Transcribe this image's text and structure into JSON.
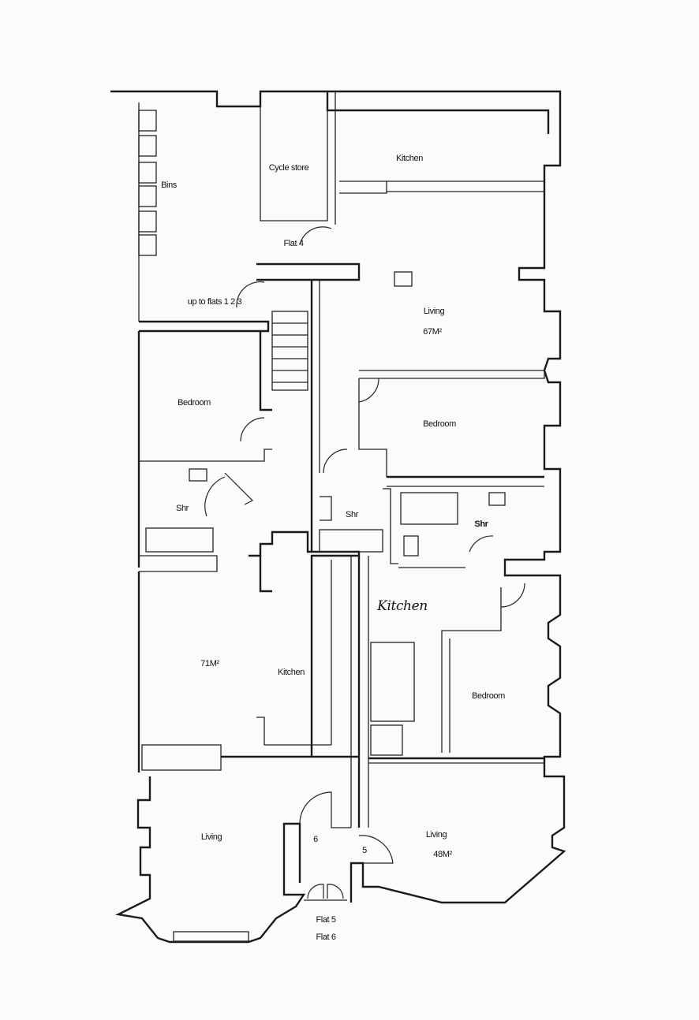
{
  "rooms": {
    "bins": "Bins",
    "cycle_store": "Cycle store",
    "kitchen_top": "Kitchen",
    "flat4": "Flat 4",
    "stairs": "up to flats 1 2 3",
    "living_top": "Living",
    "living_top_area": "67M²",
    "bedroom_left": "Bedroom",
    "bedroom_right": "Bedroom",
    "shr_left": "Shr",
    "shr_mid": "Shr",
    "shr_right": "Shr",
    "kitchen_hand": "Kitchen",
    "left_area": "71M²",
    "kitchen_left": "Kitchen",
    "bedroom_lower": "Bedroom",
    "living_bl": "Living",
    "num6": "6",
    "num5": "5",
    "living_br": "Living",
    "living_br_area": "48M²",
    "flat5": "Flat 5",
    "flat6": "Flat 6"
  }
}
